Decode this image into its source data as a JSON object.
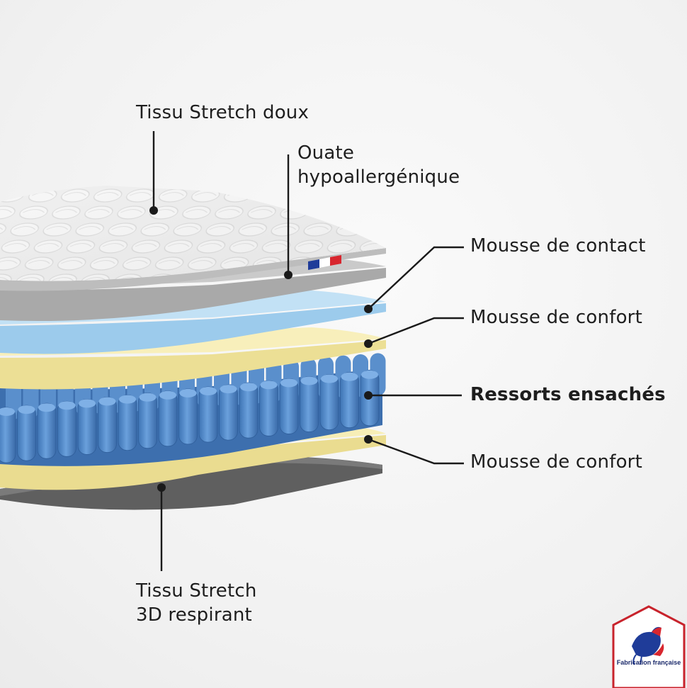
{
  "layers": [
    {
      "label": "Tissu Stretch doux",
      "bold": false
    },
    {
      "label": "Ouate\nhypoallergénique",
      "bold": false
    },
    {
      "label": "Mousse de contact",
      "bold": false
    },
    {
      "label": "Mousse de confort",
      "bold": false
    },
    {
      "label": "Ressorts ensachés",
      "bold": true
    },
    {
      "label": "Mousse de confort",
      "bold": false
    },
    {
      "label": "Tissu Stretch\n3D respirant",
      "bold": false
    }
  ],
  "badge": {
    "text": "Fabrication française"
  },
  "colors": {
    "quilted_fabric": "#e4e4e4",
    "wadding": "#b9b9b9",
    "contact_foam": "#a9d2ee",
    "comfort_foam": "#f5e9a6",
    "pocket_springs": "#4a84c4",
    "bottom_fabric": "#6c6c6c",
    "flag_blue": "#1f3c99",
    "flag_red": "#d8262e",
    "badge_border": "#c8232c"
  }
}
